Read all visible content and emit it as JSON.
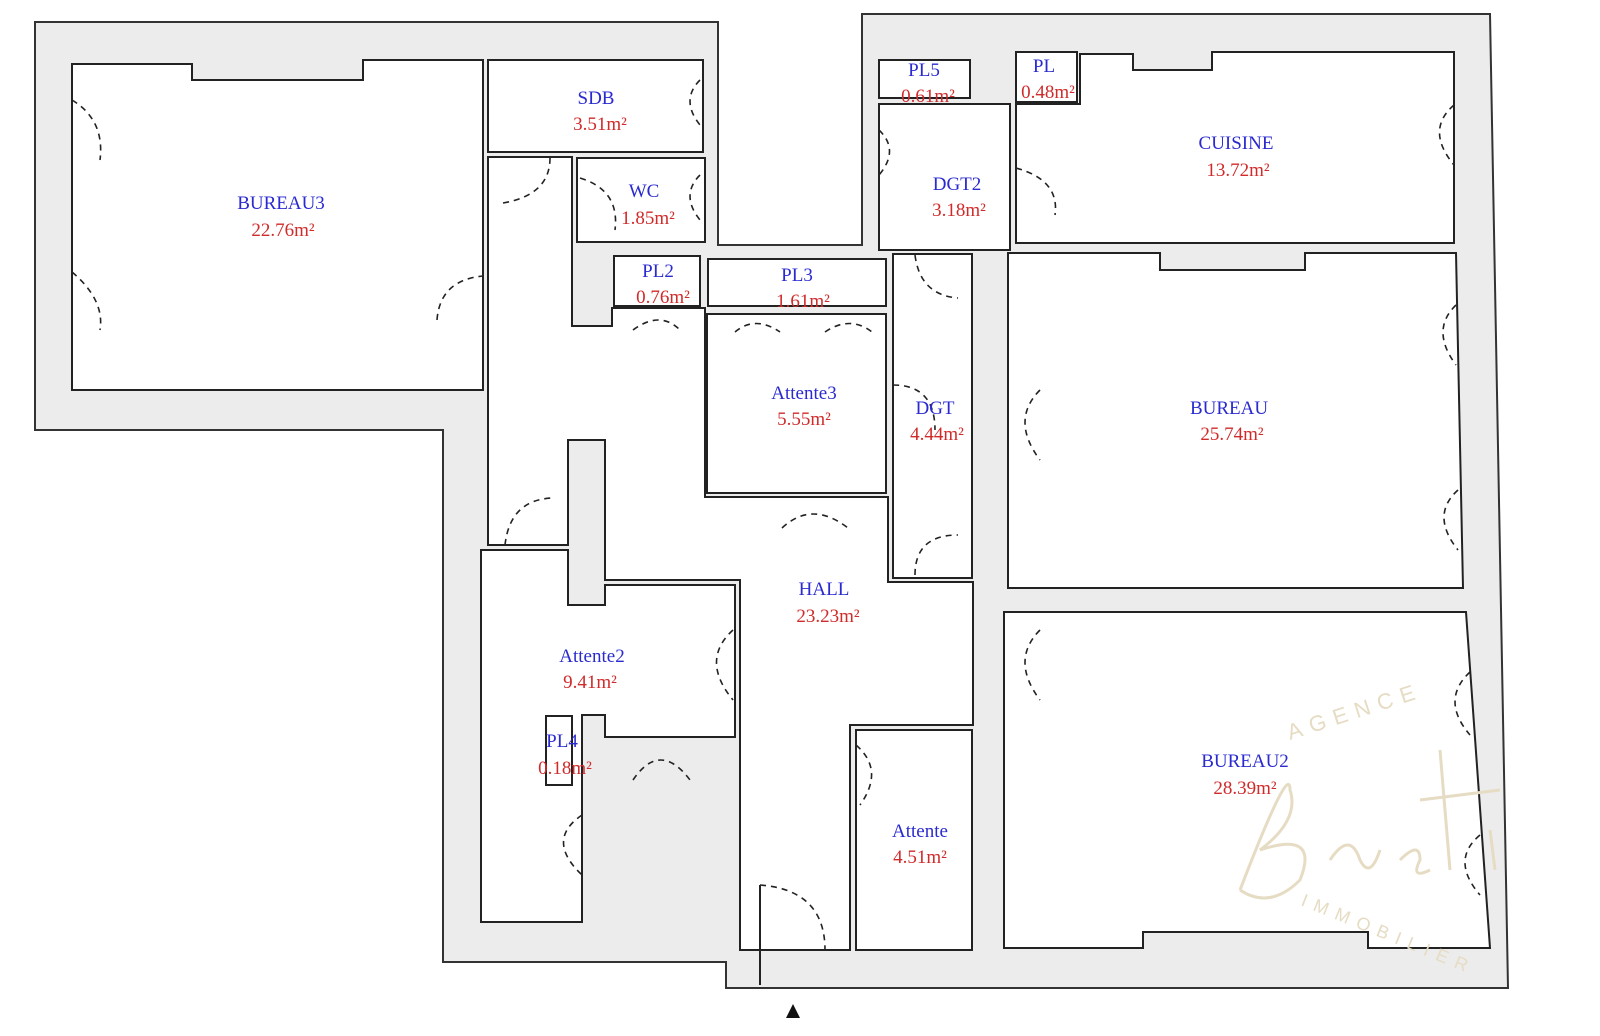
{
  "rooms": [
    {
      "id": "bureau3",
      "name": "BUREAU3",
      "area": "22.76m²"
    },
    {
      "id": "sdb",
      "name": "SDB",
      "area": "3.51m²"
    },
    {
      "id": "wc",
      "name": "WC",
      "area": "1.85m²"
    },
    {
      "id": "pl2",
      "name": "PL2",
      "area": "0.76m²"
    },
    {
      "id": "pl3",
      "name": "PL3",
      "area": "1.61m²"
    },
    {
      "id": "pl5",
      "name": "PL5",
      "area": "0.61m²"
    },
    {
      "id": "pl",
      "name": "PL",
      "area": "0.48m²"
    },
    {
      "id": "dgt2",
      "name": "DGT2",
      "area": "3.18m²"
    },
    {
      "id": "cuisine",
      "name": "CUISINE",
      "area": "13.72m²"
    },
    {
      "id": "attente3",
      "name": "Attente3",
      "area": "5.55m²"
    },
    {
      "id": "dgt",
      "name": "DGT",
      "area": "4.44m²"
    },
    {
      "id": "bureau",
      "name": "BUREAU",
      "area": "25.74m²"
    },
    {
      "id": "hall",
      "name": "HALL",
      "area": "23.23m²"
    },
    {
      "id": "attente2",
      "name": "Attente2",
      "area": "9.41m²"
    },
    {
      "id": "pl4",
      "name": "PL4",
      "area": "0.18m²"
    },
    {
      "id": "attente",
      "name": "Attente",
      "area": "4.51m²"
    },
    {
      "id": "bureau2",
      "name": "BUREAU2",
      "area": "28.39m²"
    }
  ],
  "watermark": {
    "top": "AGENCE",
    "script": "Basti",
    "bottom": "IMMOBILIER"
  },
  "colors": {
    "name": "#2a2ad0",
    "area": "#d02a2a",
    "wall": "#ececec",
    "watermark": "#e6dcc4"
  }
}
